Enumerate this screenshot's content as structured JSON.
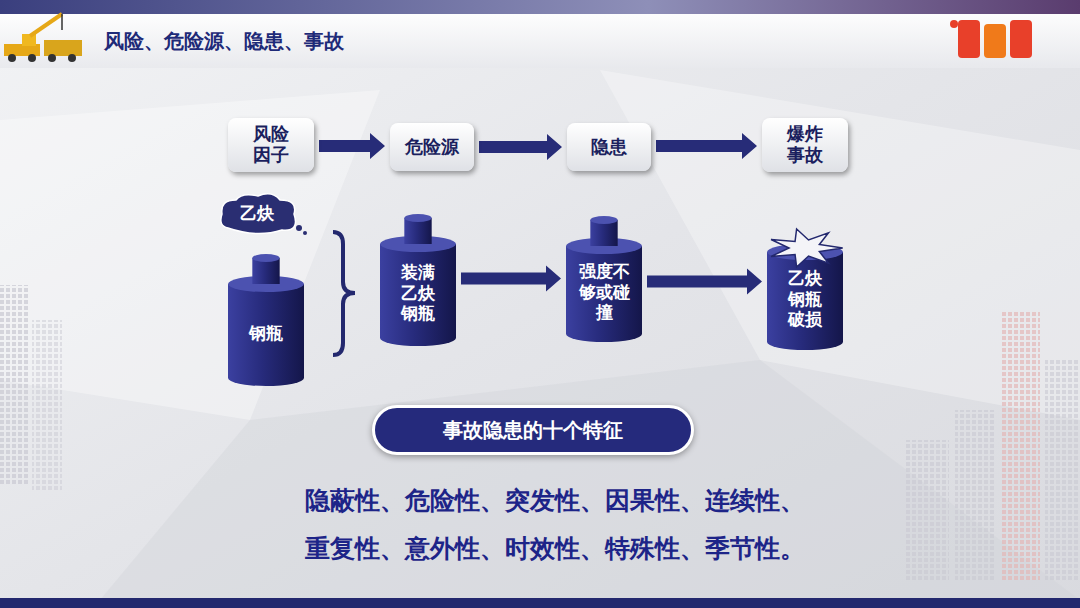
{
  "diagram": {
    "title": "风险、危险源、隐患、事故",
    "nodes": [
      {
        "text": [
          "风险因子"
        ]
      },
      {
        "text": [
          "危险源"
        ]
      },
      {
        "text": [
          "隐患"
        ]
      },
      {
        "text": [
          "爆炸事故"
        ]
      },
      {
        "text": [
          "乙炔"
        ]
      },
      {
        "text": [
          "钢瓶"
        ]
      },
      {
        "text": [
          "装满乙炔钢瓶"
        ]
      },
      {
        "text": [
          "强度不够或碰撞"
        ]
      },
      {
        "text": [
          "乙炔钢瓶破损"
        ]
      },
      {
        "text": [
          "事故隐患的十个特征"
        ]
      }
    ],
    "edges": [
      {
        "from": 0,
        "to": 1,
        "arrow": "to"
      },
      {
        "from": 1,
        "to": 2,
        "arrow": "to"
      },
      {
        "from": 2,
        "to": 3,
        "arrow": "to"
      },
      {
        "from": 6,
        "to": 7,
        "arrow": "to"
      },
      {
        "from": 7,
        "to": 8,
        "arrow": "to"
      }
    ],
    "labels": [
      "隐蔽性、危险性、突发性、因果性、连续性、",
      "重复性、意外性、时效性、特殊性、季节性。"
    ]
  }
}
